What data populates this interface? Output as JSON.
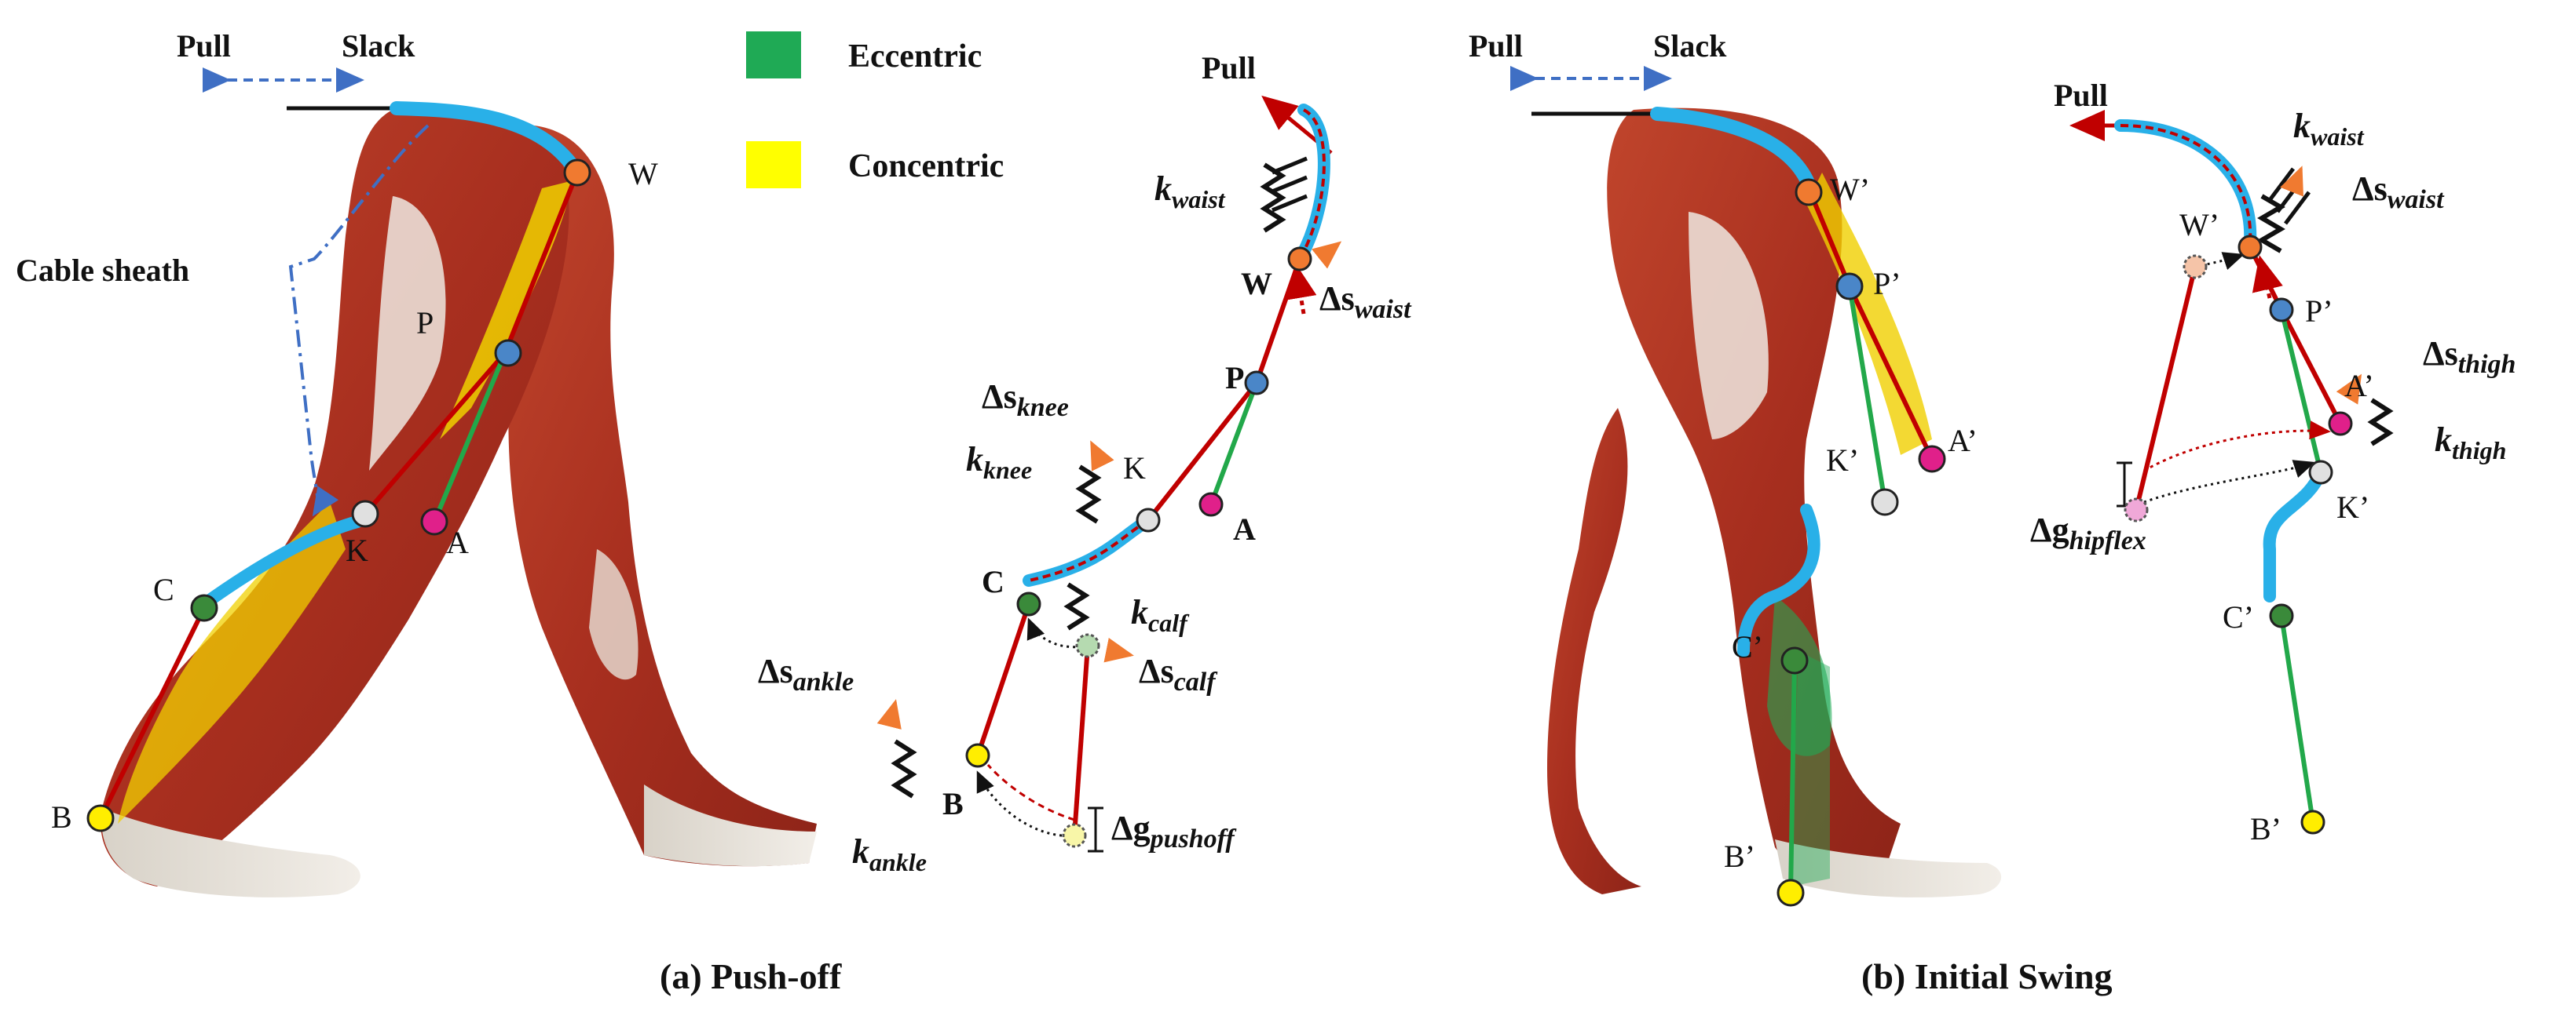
{
  "pull_label": "Pull",
  "slack_label": "Slack",
  "cable_sheath_label": "Cable sheath",
  "legend": {
    "eccentric_label": "Eccentric",
    "eccentric_color": "#1faa55",
    "concentric_label": "Concentric",
    "concentric_color": "#ffff00"
  },
  "colors": {
    "cable": "#29b0e8",
    "red_line": "#c00000",
    "green_line": "#22a84a",
    "orange": "#f07a30",
    "blue_point": "#4a86c8",
    "magenta": "#e0208a",
    "green_point": "#3a8a3a",
    "yellow_point": "#ffee00",
    "knee_point": "#d8d8d8",
    "arrow_blue": "#3f6fc4"
  },
  "points": {
    "W": "W",
    "P": "P",
    "K": "K",
    "A": "A",
    "C": "C",
    "B": "B",
    "Wp": "W’",
    "Pp": "P’",
    "Kp": "K’",
    "Ap": "A’",
    "Cp": "C’",
    "Bp": "B’"
  },
  "symbols": {
    "k": "k",
    "ds": "Δs",
    "dg": "Δg",
    "waist": "waist",
    "knee": "knee",
    "calf": "calf",
    "ankle": "ankle",
    "thigh": "thigh",
    "pushoff": "pushoff",
    "hipflex": "hipflex"
  },
  "captions": {
    "a": "(a) Push-off",
    "b": "(b) Initial Swing"
  }
}
